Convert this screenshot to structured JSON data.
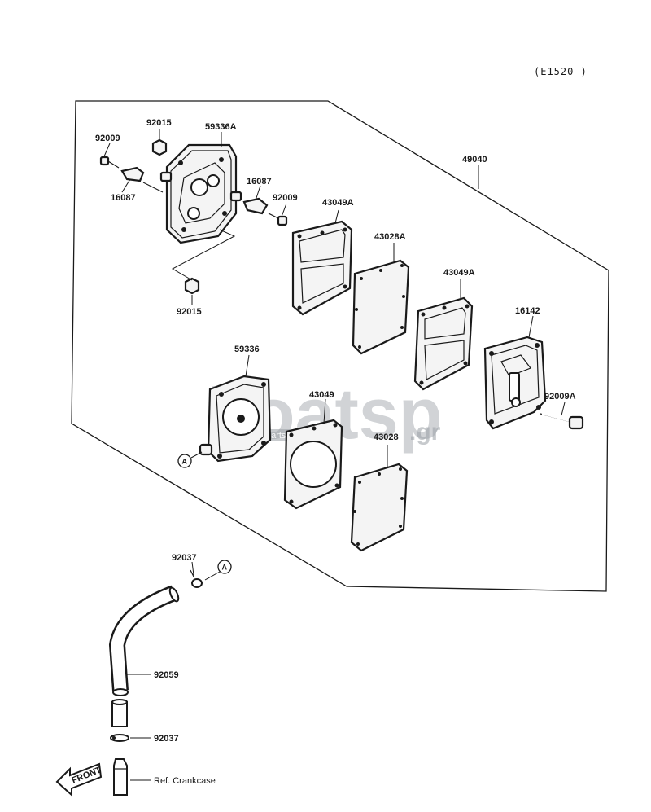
{
  "diagram_code": "(E1520 )",
  "labels": {
    "p92015_top": "92015",
    "p92009_left": "92009",
    "p59336A": "59336A",
    "p16087_left": "16087",
    "p16087_right": "16087",
    "p92009_right": "92009",
    "p49040": "49040",
    "p43049A_1": "43049A",
    "p43028A": "43028A",
    "p43049A_2": "43049A",
    "p92015_bottom": "92015",
    "p16142": "16142",
    "p59336": "59336",
    "p43049": "43049",
    "p92009A": "92009A",
    "p43028": "43028",
    "p92037_top": "92037",
    "p92059": "92059",
    "p92037_bottom": "92037",
    "ref_crankcase": "Ref. Crankcase"
  },
  "connector_marks": {
    "a_upper": "A",
    "a_lower": "A"
  },
  "front_arrow": "FRONT",
  "watermark": {
    "brand": "boatsp",
    "tagline": "boat spare parts",
    "suffix": ".gr"
  }
}
